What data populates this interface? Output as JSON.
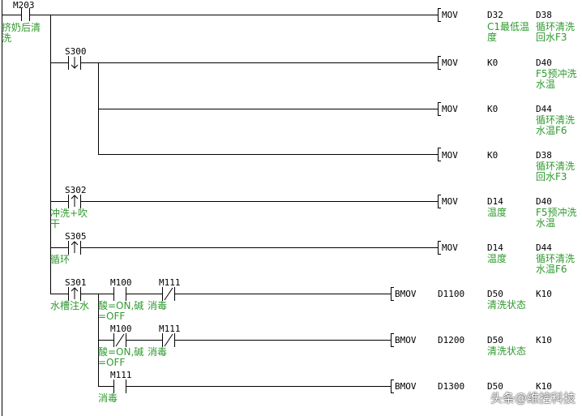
{
  "rung": {
    "trigger_device": "M203",
    "trigger_comment_1": "挤奶后清",
    "trigger_comment_2": "洗"
  },
  "branches": [
    {
      "contact": "S300",
      "contact_type": "pulse-fall",
      "contact_comment": "",
      "outputs": [
        {
          "instr": "MOV",
          "src": "K0",
          "src_c1": "",
          "src_c2": "",
          "dst": "D40",
          "dst_c1": "F5预冲洗",
          "dst_c2": "水温"
        },
        {
          "instr": "MOV",
          "src": "K0",
          "src_c1": "",
          "src_c2": "",
          "dst": "D44",
          "dst_c1": "循环清洗",
          "dst_c2": "水温F6"
        },
        {
          "instr": "MOV",
          "src": "K0",
          "src_c1": "",
          "src_c2": "",
          "dst": "D38",
          "dst_c1": "循环清洗",
          "dst_c2": "回水F3"
        }
      ]
    },
    {
      "contact": "S302",
      "contact_type": "pulse-rise",
      "contact_comment": "冲洗+吹",
      "contact_comment_2": "干",
      "outputs": [
        {
          "instr": "MOV",
          "src": "D14",
          "src_c1": "温度",
          "src_c2": "",
          "dst": "D40",
          "dst_c1": "F5预冲洗",
          "dst_c2": "水温"
        }
      ]
    },
    {
      "contact": "S305",
      "contact_type": "pulse-rise",
      "contact_comment": "循环",
      "outputs": [
        {
          "instr": "MOV",
          "src": "D14",
          "src_c1": "温度",
          "src_c2": "",
          "dst": "D44",
          "dst_c1": "循环清洗",
          "dst_c2": "水温F6"
        }
      ]
    }
  ],
  "first_output": {
    "instr": "MOV",
    "src": "D32",
    "src_c1": "C1最低温",
    "src_c2": "度",
    "dst": "D38",
    "dst_c1": "循环清洗",
    "dst_c2": "回水F3"
  },
  "s301": {
    "contact": "S301",
    "contact_comment": "水槽注水",
    "rows": [
      {
        "c1": "M100",
        "c1_comment_1": "酸=ON,碱",
        "c1_comment_2": "=OFF",
        "c2": "M111",
        "c2_comment": "消毒",
        "instr": "BMOV",
        "op1": "D1100",
        "op2": "D50",
        "op2_comment": "清洗状态",
        "op3": "K10"
      },
      {
        "c1": "M100",
        "c1_comment_1": "酸=ON,碱",
        "c1_comment_2": "=OFF",
        "c2": "M111",
        "c2_comment": "消毒",
        "instr": "BMOV",
        "op1": "D1200",
        "op2": "D50",
        "op2_comment": "清洗状态",
        "op3": "K10"
      },
      {
        "c1": "M111",
        "c1_comment_1": "消毒",
        "c1_comment_2": "",
        "c2": "",
        "c2_comment": "",
        "instr": "BMOV",
        "op1": "D1300",
        "op2": "D50",
        "op2_comment": "",
        "op3": "K10"
      }
    ]
  },
  "watermark": "头条@维控科技"
}
